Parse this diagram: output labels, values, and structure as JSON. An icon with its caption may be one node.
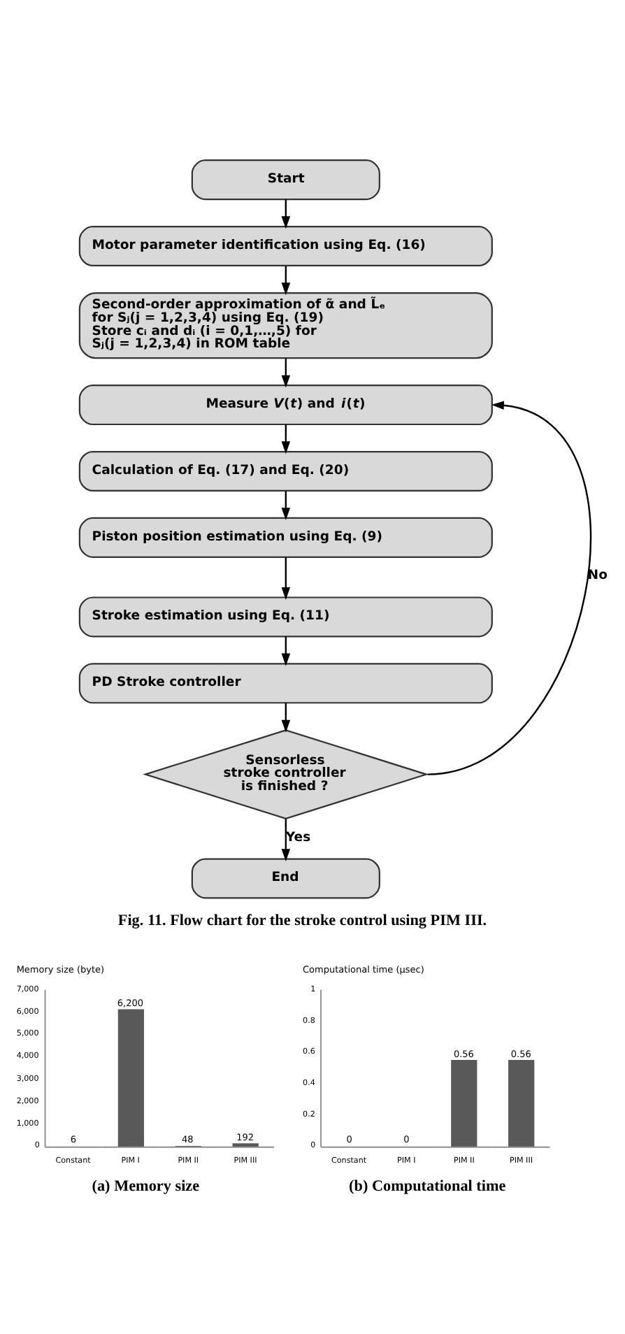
{
  "diagram": {
    "caption": "Fig. 11. Flow chart for the stroke control using PIM III.",
    "nodes": [
      {
        "text": [
          "Start"
        ]
      },
      {
        "text": [
          "Motor parameter identification using Eq. (16)"
        ]
      },
      {
        "text": [
          "Second-order approximation of α̃ and L̃ₑ for Sⱼ(j = 1,2,3,4) using Eq. (19)",
          "Store cᵢ and dᵢ (i = 0,1,…,5) for Sⱼ(j = 1,2,3,4) in ROM table"
        ]
      },
      {
        "text": [
          "Measure *V*(*t*) and *i*(*t*)"
        ]
      },
      {
        "text": [
          "Calculation of Eq. (17) and Eq. (20)"
        ]
      },
      {
        "text": [
          "Piston position estimation using Eq. (9)"
        ]
      },
      {
        "text": [
          "Stroke estimation using Eq. (11)"
        ]
      },
      {
        "text": [
          "PD Stroke controller"
        ]
      },
      {
        "text": [
          "Sensorless stroke controller is finished ?"
        ]
      },
      {
        "text": [
          "End"
        ]
      }
    ],
    "edges": [
      {
        "from": 0,
        "to": 1,
        "arrow": "to"
      },
      {
        "from": 1,
        "to": 2,
        "arrow": "to"
      },
      {
        "from": 2,
        "to": 3,
        "arrow": "to"
      },
      {
        "from": 3,
        "to": 4,
        "arrow": "to"
      },
      {
        "from": 4,
        "to": 5,
        "arrow": "to"
      },
      {
        "from": 5,
        "to": 6,
        "arrow": "to"
      },
      {
        "from": 6,
        "to": 7,
        "arrow": "to"
      },
      {
        "from": 7,
        "to": 8,
        "arrow": "to"
      },
      {
        "from": 8,
        "to": 3,
        "label": "No",
        "arrow": "to"
      },
      {
        "from": 8,
        "to": 9,
        "label": "Yes",
        "arrow": "to"
      }
    ],
    "chart_data": [
      {
        "type": "bar",
        "title": "(a) Memory size",
        "ylabel": "Memory size (byte)",
        "categories": [
          "Constant",
          "PIM I",
          "PIM II",
          "PIM III"
        ],
        "values": [
          6,
          6200,
          48,
          192
        ],
        "ylim": [
          0,
          7000
        ],
        "yticks": [
          0,
          {
            "value": 1000,
            "label": "1,000"
          },
          {
            "value": 2000,
            "label": "2,000"
          },
          {
            "value": 3000,
            "label": "3,000"
          },
          {
            "value": 4000,
            "label": "4,000"
          },
          {
            "value": 5000,
            "label": "5,000"
          },
          {
            "value": 6000,
            "label": "6,000"
          },
          {
            "value": 7000,
            "label": "7,000"
          }
        ],
        "value_labels": [
          "6",
          "6,200",
          "48",
          "192"
        ]
      },
      {
        "type": "bar",
        "title": "(b) Computational time",
        "ylabel": "Computational time (μsec)",
        "categories": [
          "Constant",
          "PIM I",
          "PIM II",
          "PIM III"
        ],
        "values": [
          0,
          0,
          0.56,
          0.56
        ],
        "ylim": [
          0,
          1
        ],
        "yticks": [
          0,
          0.2,
          0.4,
          0.6,
          0.8,
          1
        ],
        "value_labels": [
          "0",
          "0",
          "0.56",
          "0.56"
        ]
      }
    ]
  }
}
